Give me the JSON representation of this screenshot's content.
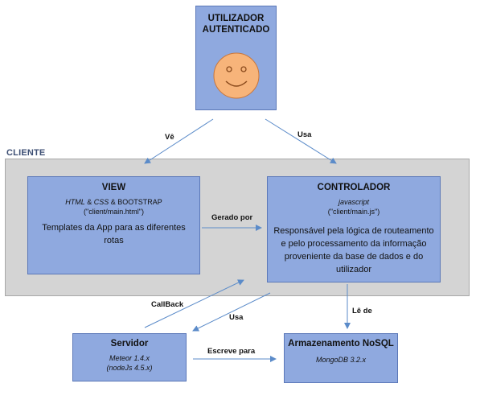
{
  "user": {
    "line1": "UTILIZADOR",
    "line2": "AUTENTICADO",
    "face": "smiley-face-icon"
  },
  "client": {
    "label": "CLIENTE"
  },
  "view": {
    "title": "VIEW",
    "tech_html": "HTML",
    "tech_amp1": " & ",
    "tech_css": "CSS",
    "tech_rest": " & BOOTSTRAP",
    "file": "(\"client/main.html\")",
    "desc": "Templates da App para as diferentes rotas"
  },
  "controller": {
    "title": "CONTROLADOR",
    "tech": "javascript",
    "file": "(\"client/main.js\")",
    "desc": "Responsável pela lógica de routeamento e pelo processamento da informação proveniente da base de dados e do utilizador"
  },
  "server": {
    "title": "Servidor",
    "tech1": "Meteor 1.4.x",
    "tech2": "(nodeJs 4.5.x)"
  },
  "storage": {
    "title": "Armazenamento NoSQL",
    "tech": "MongoDB 3.2.x"
  },
  "edges": {
    "ve": "Vê",
    "usa_top": "Usa",
    "gerado_por": "Gerado por",
    "callback": "CallBack",
    "usa_bottom": "Usa",
    "le_de": "Lê de",
    "escreve_para": "Escreve para"
  },
  "colors": {
    "box_fill": "#8fa9df",
    "box_border": "#5b78b8",
    "arrow": "#5b8bc9",
    "client_fill": "#d4d4d4",
    "face": "#f7b47a"
  }
}
